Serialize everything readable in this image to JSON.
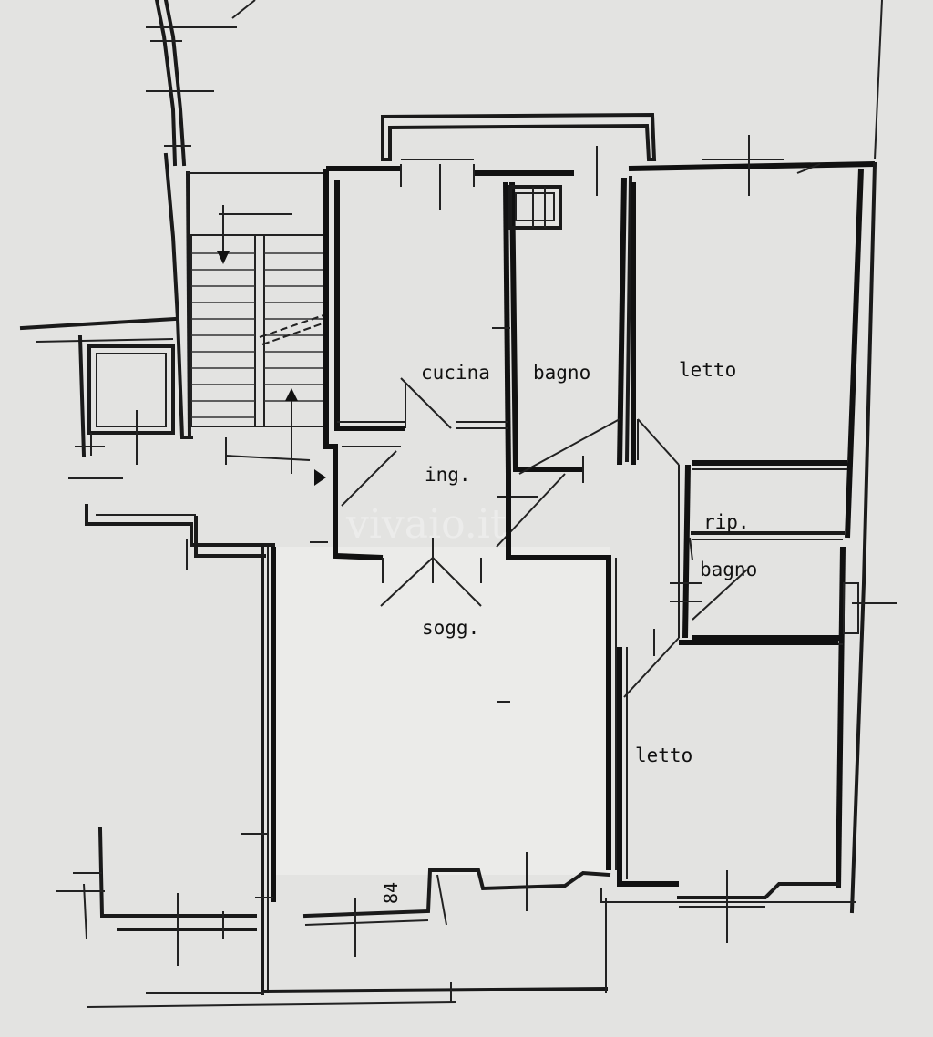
{
  "plan": {
    "rooms": {
      "cucina": "cucina",
      "bagno_top": "bagno",
      "letto_top": "letto",
      "ingresso": "ing.",
      "ripostiglio": "rip.",
      "bagno_small": "bagno",
      "soggiorno": "sogg.",
      "letto_bottom": "letto"
    },
    "dimension": "84",
    "watermark": "vivaio.it",
    "colors": {
      "paper": "#e6e6e4",
      "ink": "#1a1a1a"
    }
  }
}
